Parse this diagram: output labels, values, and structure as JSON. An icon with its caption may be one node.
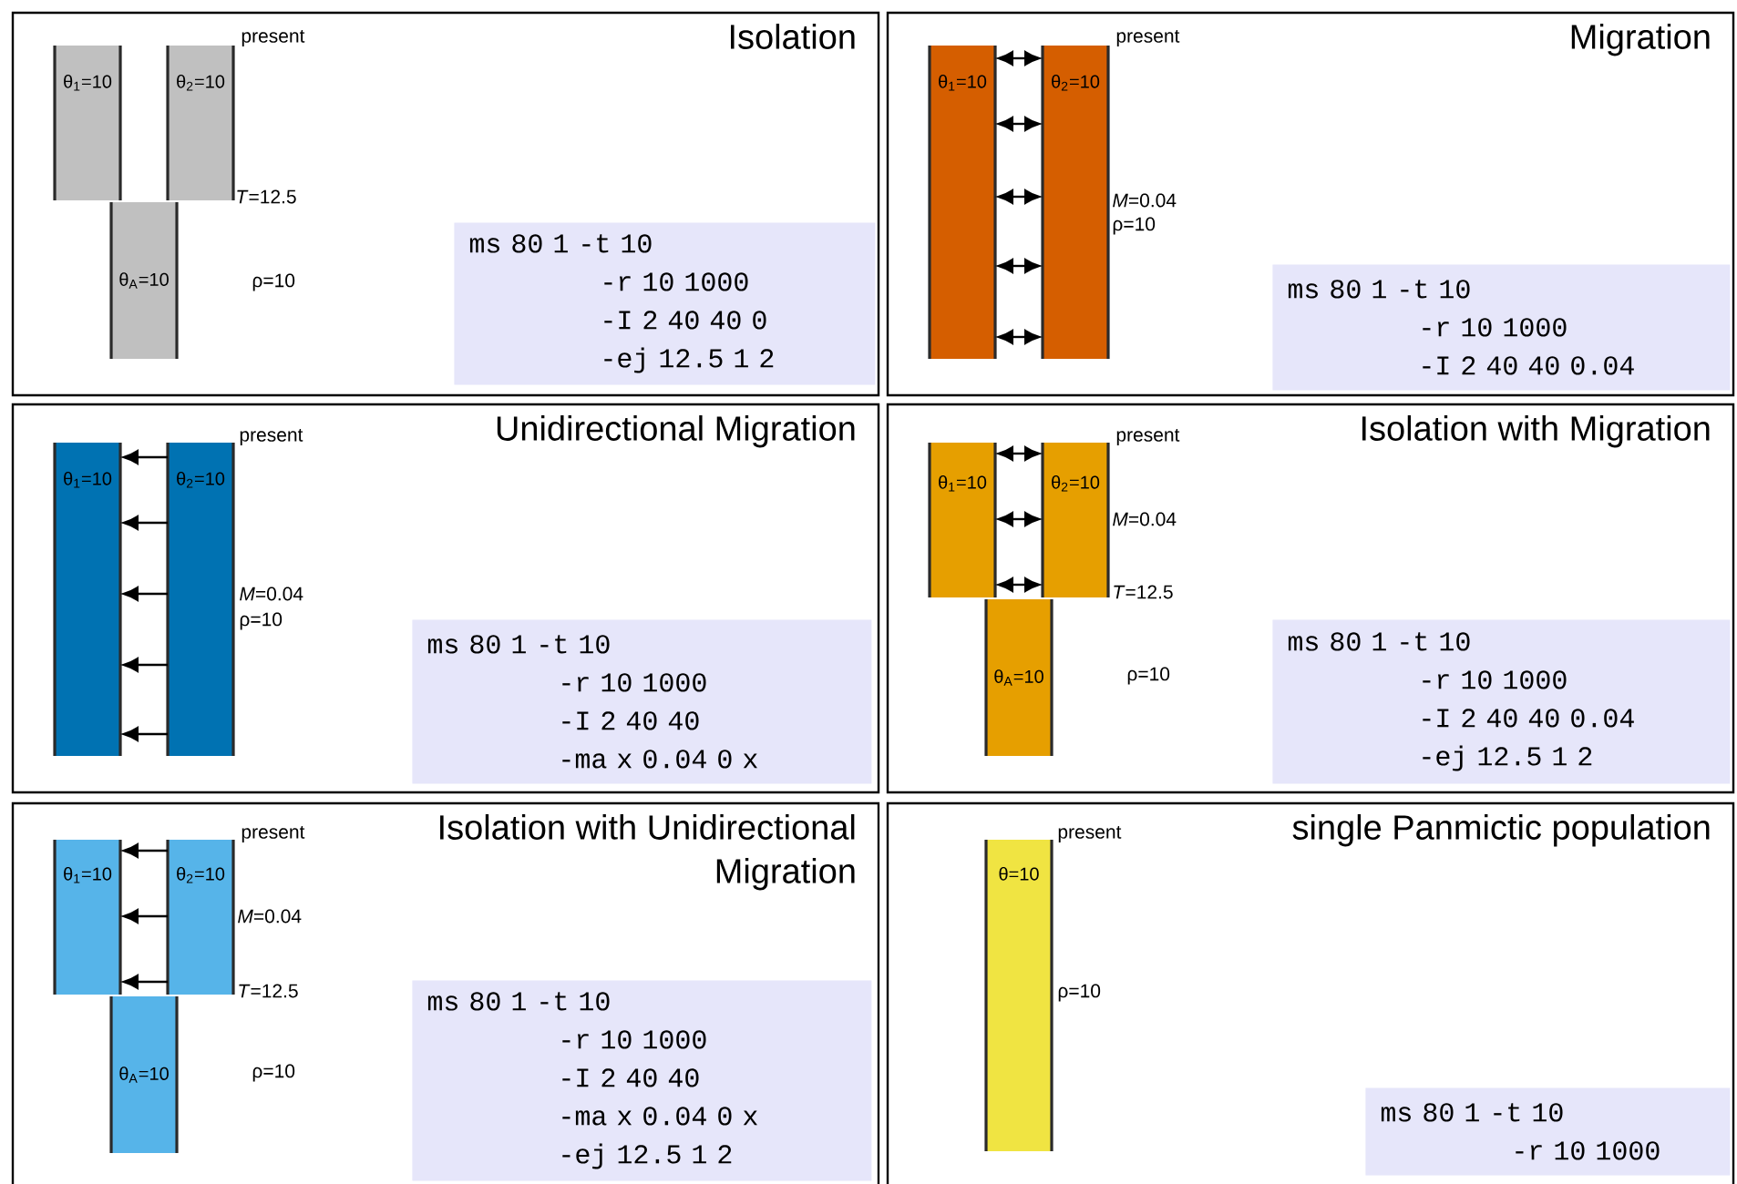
{
  "diagram": {
    "nodes": [
      {
        "text": [
          "Isolation"
        ]
      },
      {
        "text": [
          "θ$_{1}$=10"
        ],
        "in": 0
      },
      {
        "text": [
          "θ$_{2}$=10"
        ],
        "in": 0,
        "beside": [
          "present",
          "*T*=12.5"
        ]
      },
      {
        "text": [
          "θ$_{A}$=10"
        ],
        "in": 0,
        "beside": [
          "ρ=10"
        ]
      },
      {
        "text": [
          "ms 80 1 -t 10",
          "-r 10 1000",
          "-I 2 40 40 0",
          "-ej 12.5 1 2"
        ],
        "in": 0
      },
      {
        "text": [
          "Migration"
        ]
      },
      {
        "text": [
          "θ$_{1}$=10"
        ],
        "in": 5
      },
      {
        "text": [
          "θ$_{2}$=10"
        ],
        "in": 5,
        "beside": [
          "present",
          "*M*=0.04",
          "ρ=10"
        ]
      },
      {
        "text": [
          "ms 80 1 -t 10",
          "-r 10 1000",
          "-I 2 40 40 0.04"
        ],
        "in": 5
      },
      {
        "text": [
          "Unidirectional Migration"
        ]
      },
      {
        "text": [
          "θ$_{1}$=10"
        ],
        "in": 9
      },
      {
        "text": [
          "θ$_{2}$=10"
        ],
        "in": 9,
        "beside": [
          "present",
          "*M*=0.04",
          "ρ=10"
        ]
      },
      {
        "text": [
          "ms 80 1 -t 10",
          "-r 10 1000",
          "-I 2 40 40",
          "-ma x 0.04 0 x"
        ],
        "in": 9
      },
      {
        "text": [
          "Isolation with Migration"
        ]
      },
      {
        "text": [
          "θ$_{1}$=10"
        ],
        "in": 13
      },
      {
        "text": [
          "θ$_{2}$=10"
        ],
        "in": 13,
        "beside": [
          "present",
          "*M*=0.04",
          "*T*=12.5"
        ]
      },
      {
        "text": [
          "θ$_{A}$=10"
        ],
        "in": 13,
        "beside": [
          "ρ=10"
        ]
      },
      {
        "text": [
          "ms 80 1 -t 10",
          "-r 10 1000",
          "-I 2 40 40 0.04",
          "-ej 12.5 1 2"
        ],
        "in": 13
      },
      {
        "text": [
          "Isolation with Unidirectional Migration"
        ]
      },
      {
        "text": [
          "θ$_{1}$=10"
        ],
        "in": 18
      },
      {
        "text": [
          "θ$_{2}$=10"
        ],
        "in": 18,
        "beside": [
          "present",
          "*M*=0.04",
          "*T*=12.5"
        ]
      },
      {
        "text": [
          "θ$_{A}$=10"
        ],
        "in": 18,
        "beside": [
          "ρ=10"
        ]
      },
      {
        "text": [
          "ms 80 1 -t 10",
          "-r 10 1000",
          "-I 2 40 40",
          "-ma x 0.04 0 x",
          "-ej 12.5 1 2"
        ],
        "in": 18
      },
      {
        "text": [
          "single Panmictic population"
        ]
      },
      {
        "text": [
          "θ=10"
        ],
        "in": 23,
        "beside": [
          "present",
          "ρ=10"
        ]
      },
      {
        "text": [
          "ms 80 1 -t 10",
          "-r 10 1000"
        ],
        "in": 23
      }
    ],
    "edges": [
      {
        "from": 6,
        "to": 7,
        "arrow": "both"
      },
      {
        "from": 6,
        "to": 7,
        "arrow": "both"
      },
      {
        "from": 6,
        "to": 7,
        "arrow": "both"
      },
      {
        "from": 6,
        "to": 7,
        "arrow": "both"
      },
      {
        "from": 6,
        "to": 7,
        "arrow": "both"
      },
      {
        "from": 11,
        "to": 10,
        "arrow": "to"
      },
      {
        "from": 11,
        "to": 10,
        "arrow": "to"
      },
      {
        "from": 11,
        "to": 10,
        "arrow": "to"
      },
      {
        "from": 11,
        "to": 10,
        "arrow": "to"
      },
      {
        "from": 11,
        "to": 10,
        "arrow": "to"
      },
      {
        "from": 14,
        "to": 15,
        "arrow": "both"
      },
      {
        "from": 14,
        "to": 15,
        "arrow": "both"
      },
      {
        "from": 14,
        "to": 15,
        "arrow": "both"
      },
      {
        "from": 20,
        "to": 19,
        "arrow": "to"
      },
      {
        "from": 20,
        "to": 19,
        "arrow": "to"
      },
      {
        "from": 20,
        "to": 19,
        "arrow": "to"
      }
    ]
  }
}
